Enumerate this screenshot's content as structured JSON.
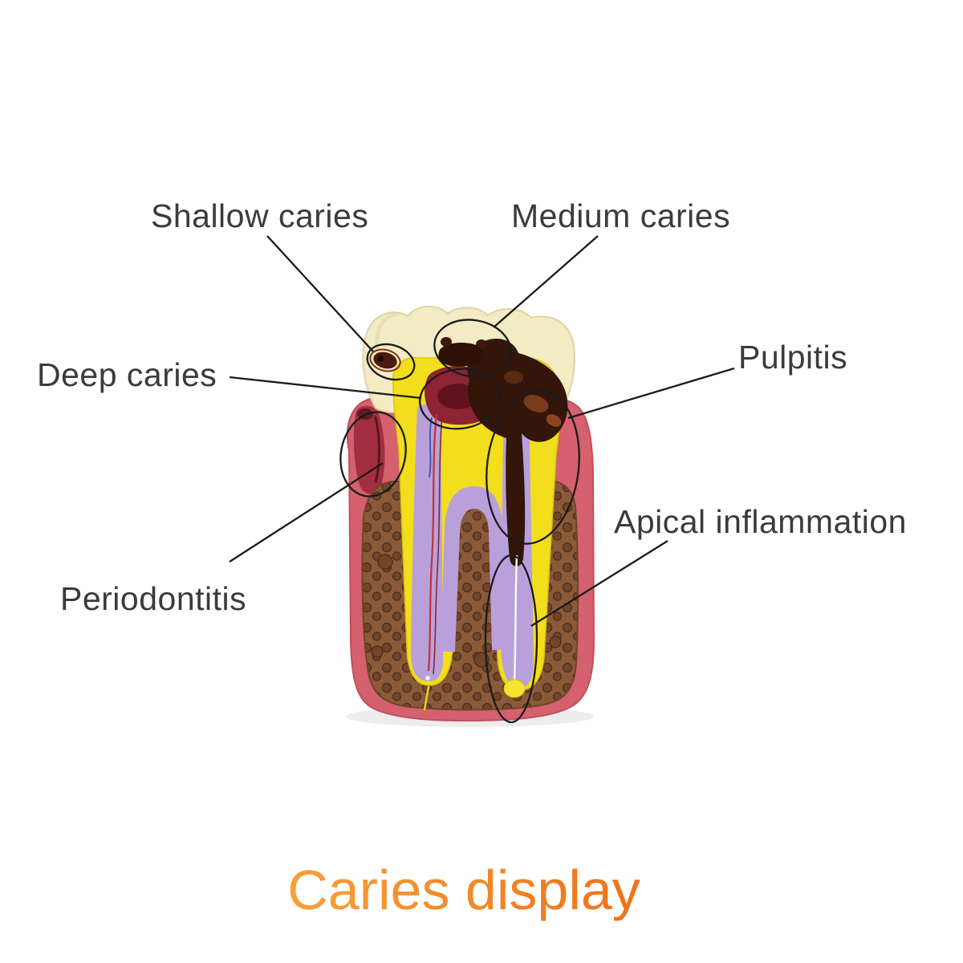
{
  "diagram": {
    "title": "Caries display",
    "callouts": [
      {
        "id": "shallow",
        "label": "Shallow caries"
      },
      {
        "id": "medium",
        "label": "Medium caries"
      },
      {
        "id": "deep",
        "label": "Deep caries"
      },
      {
        "id": "pulpitis",
        "label": "Pulpitis"
      },
      {
        "id": "periodontitis",
        "label": "Periodontitis"
      },
      {
        "id": "apical",
        "label": "Apical inflammation"
      }
    ]
  },
  "colors": {
    "label_text": "#3b3b3b",
    "callout_line": "#1b1b1b",
    "enamel": "#f2ebc4",
    "enamel_edge": "#e0d4a4",
    "dentin": "#f2de1c",
    "canal": "#b9a0db",
    "gum": "#d5606e",
    "gum_edge": "#c04f60",
    "bone": "#8a5a39",
    "bone_dark": "#70452a",
    "bone_line": "#4e2d18",
    "pulp": "#8c2433",
    "pulp_dark": "#61121f",
    "decay": "#33150a",
    "vessel_red": "#c23333",
    "title_start": "#f7a13b",
    "title_end": "#ee7218"
  }
}
